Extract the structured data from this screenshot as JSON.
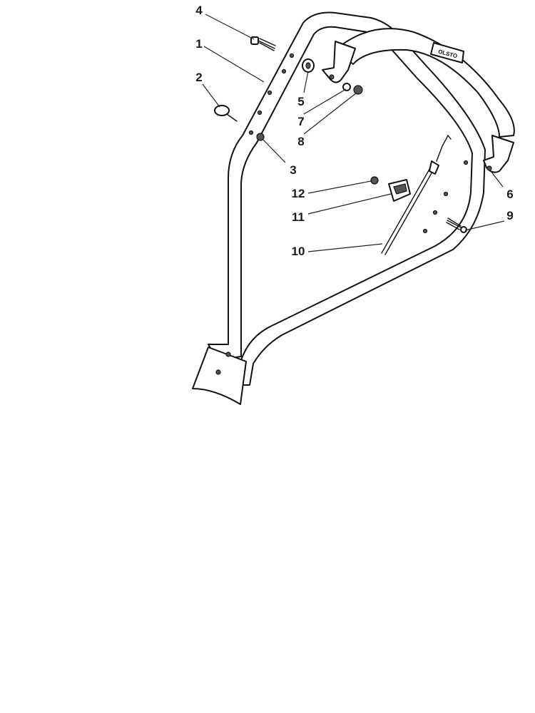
{
  "diagram": {
    "callouts": [
      {
        "id": "1",
        "label": "1"
      },
      {
        "id": "2",
        "label": "2"
      },
      {
        "id": "3",
        "label": "3"
      },
      {
        "id": "4",
        "label": "4"
      },
      {
        "id": "5",
        "label": "5"
      },
      {
        "id": "6",
        "label": "6"
      },
      {
        "id": "7",
        "label": "7"
      },
      {
        "id": "8",
        "label": "8"
      },
      {
        "id": "9",
        "label": "9"
      },
      {
        "id": "10",
        "label": "10"
      },
      {
        "id": "11",
        "label": "11"
      },
      {
        "id": "12",
        "label": "12"
      }
    ],
    "grip_logo": "OLSTO"
  }
}
